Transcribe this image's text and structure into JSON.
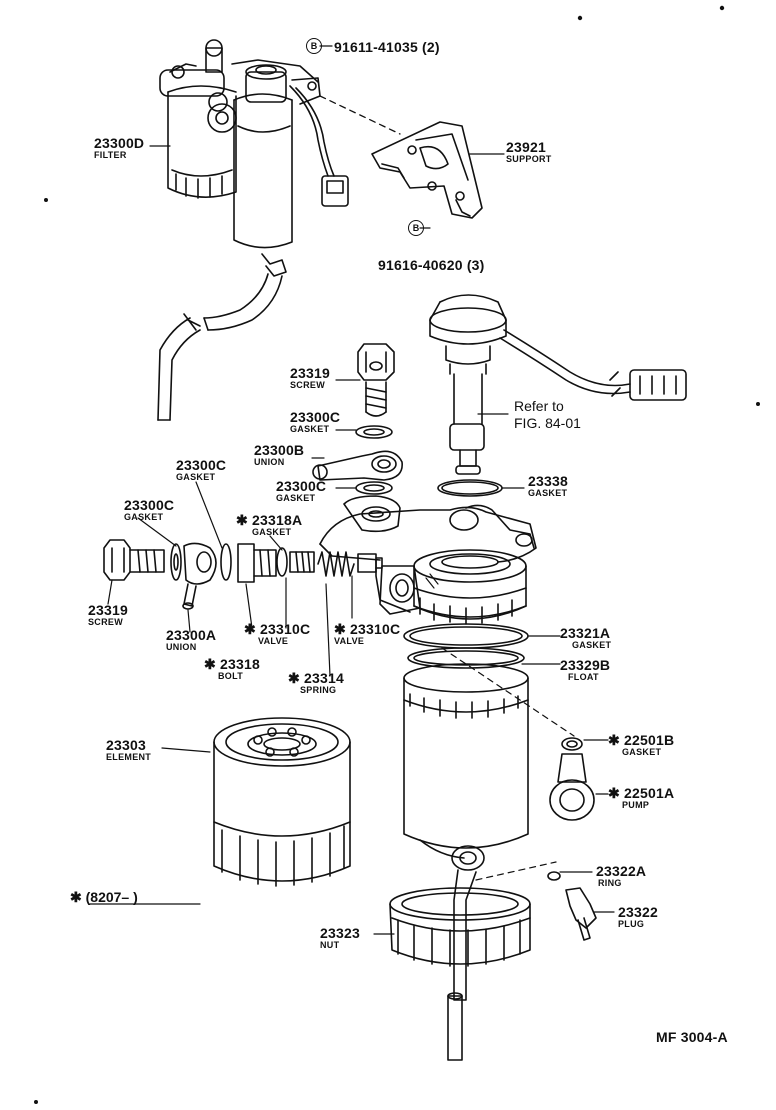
{
  "diagram_code": "MF 3004-A",
  "star_note": "✱ (8207–        )",
  "callouts": {
    "filter": {
      "num": "23300D",
      "name": "FILTER"
    },
    "support": {
      "num": "23921",
      "name": "SUPPORT"
    },
    "bolt_top": {
      "num": "91611-41035 (2)"
    },
    "bolt_bottom": {
      "num": "91616-40620 (3)"
    },
    "bolt_mark": "B",
    "screw_top": {
      "num": "23319",
      "name": "SCREW"
    },
    "gasket_a": {
      "num": "23300C",
      "name": "GASKET"
    },
    "union_b": {
      "num": "23300B",
      "name": "UNION"
    },
    "gasket_b": {
      "num": "23300C",
      "name": "GASKET"
    },
    "refer_line1": "Refer to",
    "refer_line2": "FIG. 84-01",
    "gasket_23338": {
      "num": "23338",
      "name": "GASKET"
    },
    "gasket_c": {
      "num": "23300C",
      "name": "GASKET"
    },
    "gasket_d": {
      "num": "23300C",
      "name": "GASKET"
    },
    "gasket_23318a": {
      "num": "✱ 23318A",
      "name": "GASKET"
    },
    "screw_left": {
      "num": "23319",
      "name": "SCREW"
    },
    "union_a": {
      "num": "23300A",
      "name": "UNION"
    },
    "valve_1": {
      "num": "✱ 23310C",
      "name": "VALVE"
    },
    "valve_2": {
      "num": "✱ 23310C",
      "name": "VALVE"
    },
    "bolt_23318": {
      "num": "✱ 23318",
      "name": "BOLT"
    },
    "spring": {
      "num": "✱ 23314",
      "name": "SPRING"
    },
    "gasket_23321a": {
      "num": "23321A",
      "name": "GASKET"
    },
    "float": {
      "num": "23329B",
      "name": "FLOAT"
    },
    "element": {
      "num": "23303",
      "name": "ELEMENT"
    },
    "gasket_22501b": {
      "num": "✱ 22501B",
      "name": "GASKET"
    },
    "pump": {
      "num": "✱ 22501A",
      "name": "PUMP"
    },
    "ring": {
      "num": "23322A",
      "name": "RING"
    },
    "plug": {
      "num": "23322",
      "name": "PLUG"
    },
    "nut": {
      "num": "23323",
      "name": "NUT"
    }
  },
  "icons": {
    "bolt_mark": "circle-b-icon"
  }
}
